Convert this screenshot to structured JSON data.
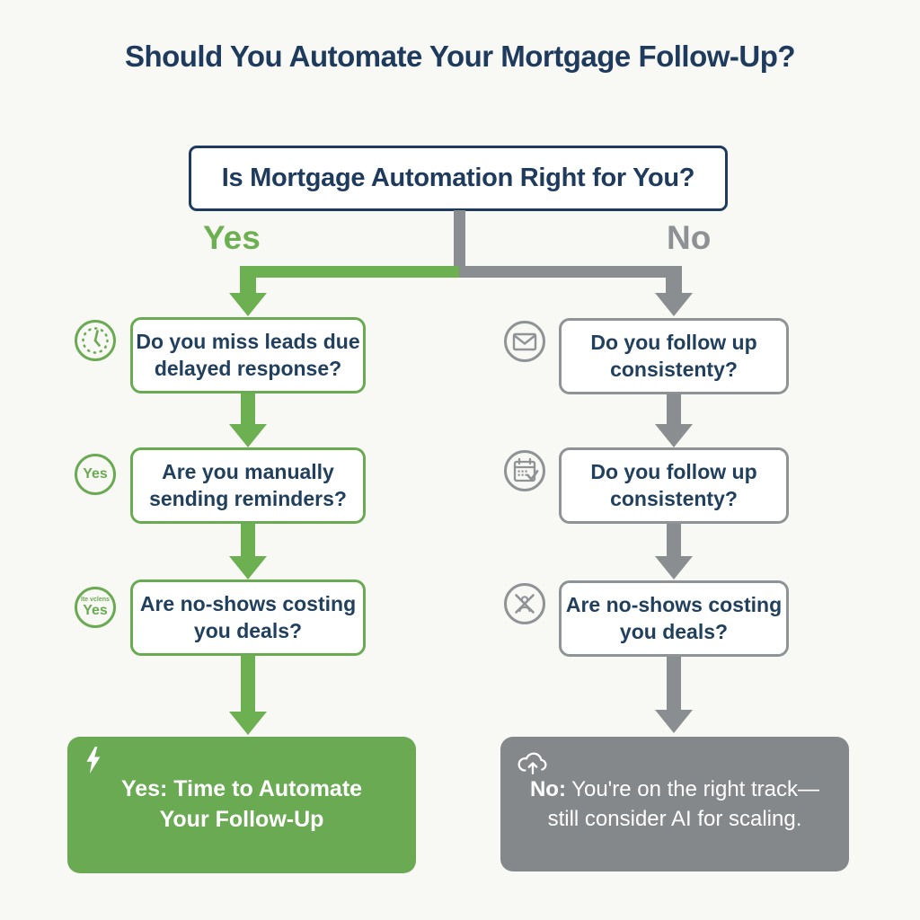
{
  "title": "Should You Automate Your Mortgage Follow-Up?",
  "root": {
    "question": "Is Mortgage Automation Right for You?"
  },
  "colors": {
    "navy": "#1e3a5c",
    "green": "#6aaa53",
    "gray": "#8b8e91"
  },
  "yes_branch": {
    "label": "Yes",
    "steps": [
      {
        "icon": "clock-icon",
        "line1": "Do you miss leads due",
        "line2": "delayed response?"
      },
      {
        "icon": "yes-circle-icon",
        "icon_text": "Yes",
        "line1": "Are you manually",
        "line2": "sending reminders?"
      },
      {
        "icon": "yes-stamp-icon",
        "icon_text_small": "Ite vclens",
        "icon_text": "Yes",
        "line1": "Are no-shows costing",
        "line2": "you deals?"
      }
    ],
    "result": {
      "icon": "lightning-icon",
      "line1": "Yes: Time to Automate",
      "line2": "Your Follow-Up"
    }
  },
  "no_branch": {
    "label": "No",
    "steps": [
      {
        "icon": "envelope-icon",
        "line1": "Do you follow up",
        "line2": "consistenty?"
      },
      {
        "icon": "calendar-check-icon",
        "line1": "Do you follow up",
        "line2": "consistenty?"
      },
      {
        "icon": "no-show-icon",
        "line1": "Are no-shows costing",
        "line2": "you deals?"
      }
    ],
    "result": {
      "icon": "cloud-upload-icon",
      "prefix": "No:",
      "line1_rest": " You're on the right track—",
      "line2": "still consider AI for scaling."
    }
  }
}
